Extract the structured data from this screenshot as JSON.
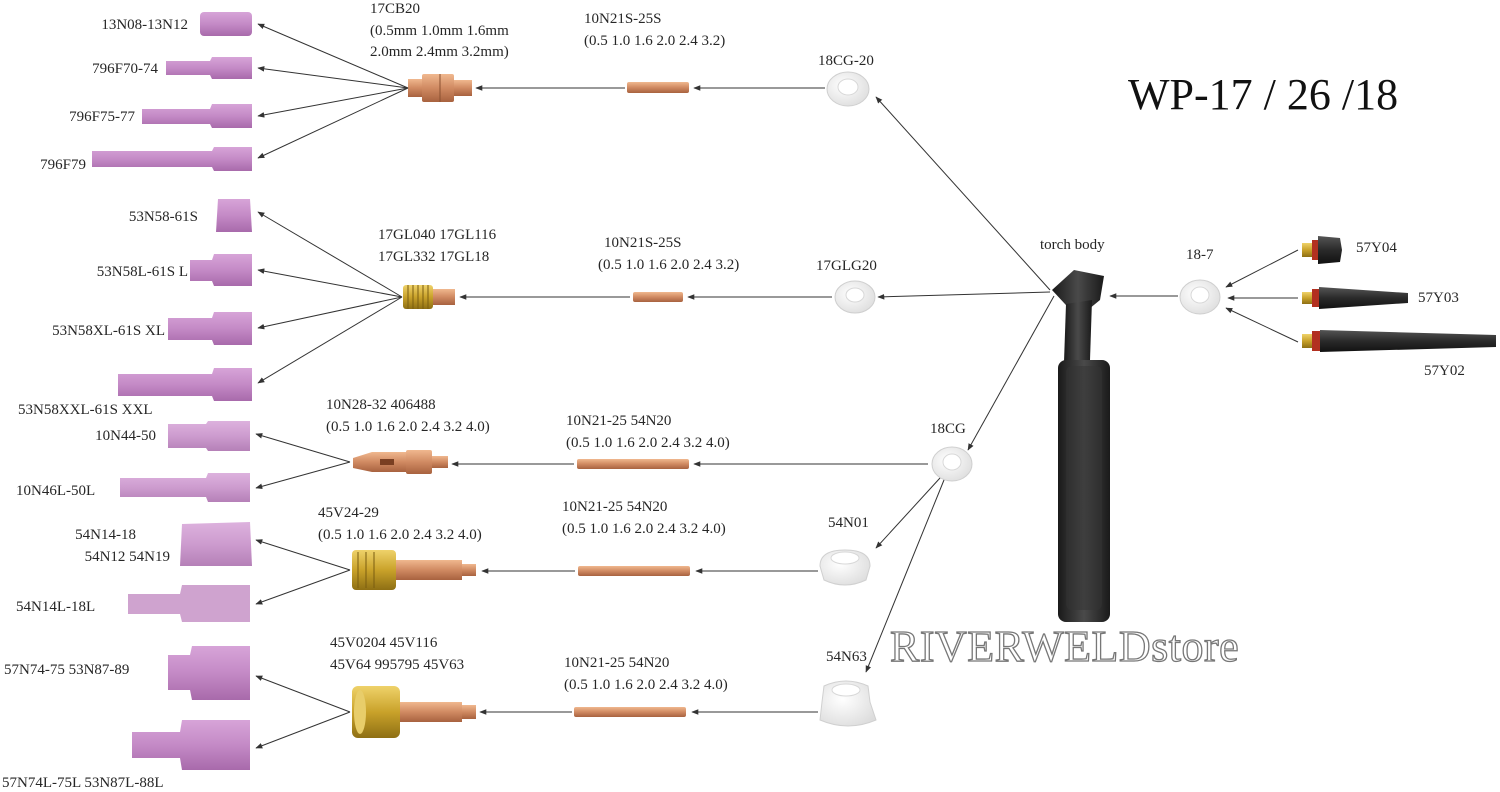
{
  "title": "WP-17 / 26 /18",
  "brand": "RIVERWELDstore",
  "colors": {
    "cup_pink": "#c48ac6",
    "copper": "#d08a62",
    "brass": "#c9a22a",
    "ceramic_white": "#f2f2f2",
    "torch_black": "#2a2a2a",
    "arrow": "#333333"
  },
  "labels": {
    "cup_13N08": "13N08-13N12",
    "cup_796F70": "796F70-74",
    "cup_796F75": "796F75-77",
    "cup_796F79": "796F79",
    "body_17CB20": "17CB20",
    "body_17CB20_sizes1": "(0.5mm 1.0mm 1.6mm",
    "body_17CB20_sizes2": "2.0mm 2.4mm 3.2mm)",
    "collet_row1": "10N21S-25S",
    "collet_row1_sizes": "(0.5 1.0 1.6 2.0 2.4 3.2)",
    "ins_18CG20": "18CG-20",
    "cup_53N58": "53N58-61S",
    "cup_53N58L": "53N58L-61S L",
    "cup_53N58XL": "53N58XL-61S XL",
    "cup_53N58XXL": "53N58XXL-61S XXL",
    "gl_line1": "17GL040  17GL116",
    "gl_line2": "17GL332  17GL18",
    "collet_row2": "10N21S-25S",
    "collet_row2_sizes": "(0.5 1.0 1.6 2.0 2.4 3.2)",
    "ins_17GLG20": "17GLG20",
    "torch_body": "torch body",
    "back_18_7": "18-7",
    "cap_57Y04": "57Y04",
    "cap_57Y03": "57Y03",
    "cap_57Y02": "57Y02",
    "cup_10N44": "10N44-50",
    "cup_10N46L": "10N46L-50L",
    "body_10N28": "10N28-32  406488",
    "body_10N28_sizes": "(0.5 1.0 1.6 2.0 2.4 3.2 4.0)",
    "collet_row3": "10N21-25  54N20",
    "collet_row3_sizes": "(0.5 1.0 1.6 2.0 2.4 3.2 4.0)",
    "ins_18CG": "18CG",
    "cup_54N14": "54N14-18",
    "cup_54N12": "54N12  54N19",
    "cup_54N14L": "54N14L-18L",
    "gl_45V24": "45V24-29",
    "gl_45V24_sizes": "(0.5 1.0 1.6 2.0 2.4 3.2 4.0)",
    "collet_row4": "10N21-25  54N20",
    "collet_row4_sizes": "(0.5 1.0 1.6 2.0 2.4 3.2 4.0)",
    "ins_54N01": "54N01",
    "cup_57N74": "57N74-75  53N87-89",
    "cup_57N74L": "57N74L-75L  53N87L-88L",
    "gl_45V0204": "45V0204  45V116",
    "gl_45V64": "45V64 995795 45V63",
    "collet_row5": "10N21-25  54N20",
    "collet_row5_sizes": "(0.5 1.0 1.6 2.0 2.4 3.2 4.0)",
    "ins_54N63": "54N63"
  }
}
